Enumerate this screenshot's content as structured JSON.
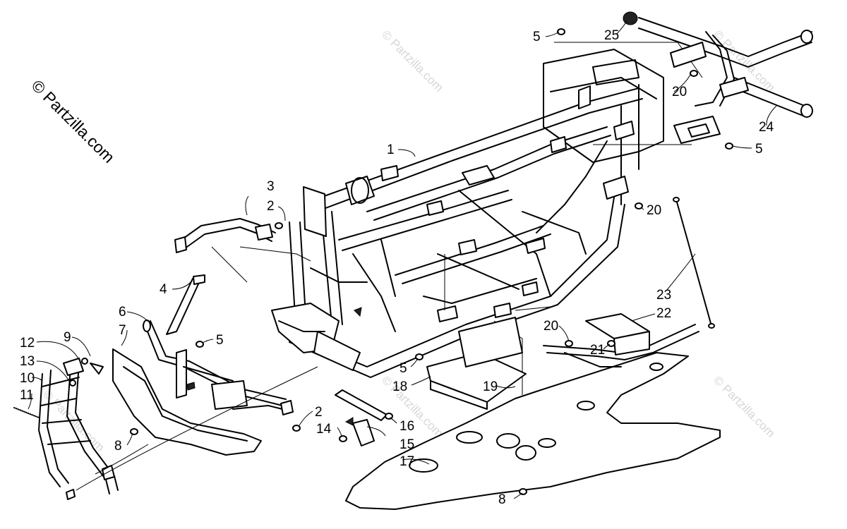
{
  "copyright": "© Partzilla.com",
  "watermark_text": "© Partzilla.com",
  "callouts": [
    {
      "id": "c1",
      "text": "1"
    },
    {
      "id": "c2a",
      "text": "2"
    },
    {
      "id": "c2b",
      "text": "2"
    },
    {
      "id": "c3",
      "text": "3"
    },
    {
      "id": "c4",
      "text": "4"
    },
    {
      "id": "c5a",
      "text": "5"
    },
    {
      "id": "c5b",
      "text": "5"
    },
    {
      "id": "c5c",
      "text": "5"
    },
    {
      "id": "c5d",
      "text": "5"
    },
    {
      "id": "c6",
      "text": "6"
    },
    {
      "id": "c7",
      "text": "7"
    },
    {
      "id": "c8a",
      "text": "8"
    },
    {
      "id": "c8b",
      "text": "8"
    },
    {
      "id": "c9",
      "text": "9"
    },
    {
      "id": "c10",
      "text": "10"
    },
    {
      "id": "c11",
      "text": "11"
    },
    {
      "id": "c12",
      "text": "12"
    },
    {
      "id": "c13",
      "text": "13"
    },
    {
      "id": "c14",
      "text": "14"
    },
    {
      "id": "c15",
      "text": "15"
    },
    {
      "id": "c16",
      "text": "16"
    },
    {
      "id": "c17",
      "text": "17"
    },
    {
      "id": "c18",
      "text": "18"
    },
    {
      "id": "c19",
      "text": "19"
    },
    {
      "id": "c20a",
      "text": "20"
    },
    {
      "id": "c20b",
      "text": "20"
    },
    {
      "id": "c20c",
      "text": "20"
    },
    {
      "id": "c21",
      "text": "21"
    },
    {
      "id": "c22",
      "text": "22"
    },
    {
      "id": "c23",
      "text": "23"
    },
    {
      "id": "c24",
      "text": "24"
    },
    {
      "id": "c25",
      "text": "25"
    }
  ],
  "colors": {
    "line": "#000000",
    "background": "#ffffff",
    "watermark": "#d6d6d6"
  }
}
